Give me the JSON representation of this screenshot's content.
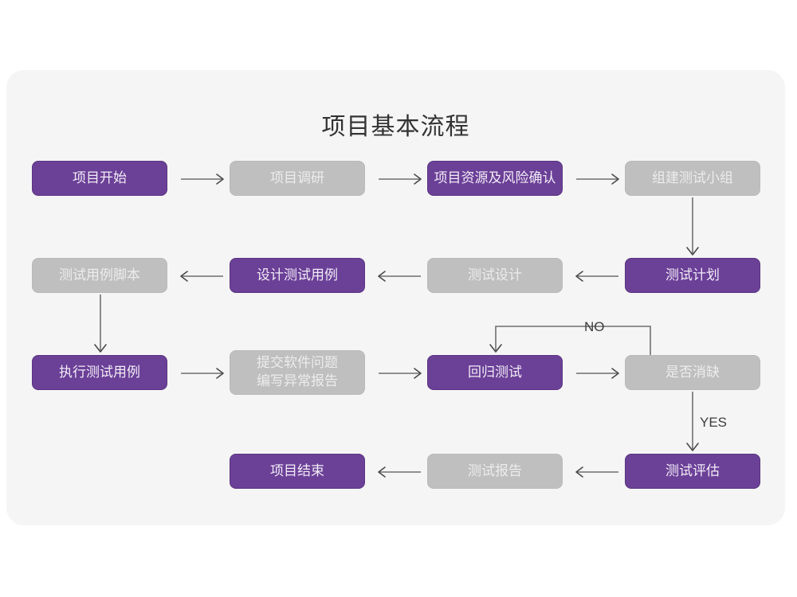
{
  "page": {
    "background": "#ffffff",
    "card_background": "#f5f5f5"
  },
  "chart_data": {
    "type": "diagram",
    "diagram_kind": "flowchart",
    "title": "项目基本流程",
    "colors": {
      "accent_purple": "#6b4097",
      "muted_gray": "#bfbfbf",
      "purple_text": "#f2ecf7",
      "gray_text": "#ececec",
      "connector": "#6f6f6f",
      "title_text": "#333333"
    },
    "nodes": [
      {
        "id": "n1",
        "label": "项目开始",
        "style": "purple",
        "row": 1,
        "col": 1
      },
      {
        "id": "n2",
        "label": "项目调研",
        "style": "gray",
        "row": 1,
        "col": 2
      },
      {
        "id": "n3",
        "label": "项目资源及风险确认",
        "style": "purple",
        "row": 1,
        "col": 3
      },
      {
        "id": "n4",
        "label": "组建测试小组",
        "style": "gray",
        "row": 1,
        "col": 4
      },
      {
        "id": "n5",
        "label": "测试用例脚本",
        "style": "gray",
        "row": 2,
        "col": 1
      },
      {
        "id": "n6",
        "label": "设计测试用例",
        "style": "purple",
        "row": 2,
        "col": 2
      },
      {
        "id": "n7",
        "label": "测试设计",
        "style": "gray",
        "row": 2,
        "col": 3
      },
      {
        "id": "n8",
        "label": "测试计划",
        "style": "purple",
        "row": 2,
        "col": 4
      },
      {
        "id": "n9",
        "label": "执行测试用例",
        "style": "purple",
        "row": 3,
        "col": 1
      },
      {
        "id": "n10",
        "label": "提交软件问题\n编写异常报告",
        "style": "gray",
        "row": 3,
        "col": 2
      },
      {
        "id": "n11",
        "label": "回归测试",
        "style": "purple",
        "row": 3,
        "col": 3
      },
      {
        "id": "n12",
        "label": "是否消缺",
        "style": "gray",
        "row": 3,
        "col": 4
      },
      {
        "id": "n13",
        "label": "项目结束",
        "style": "purple",
        "row": 4,
        "col": 2
      },
      {
        "id": "n14",
        "label": "测试报告",
        "style": "gray",
        "row": 4,
        "col": 3
      },
      {
        "id": "n15",
        "label": "测试评估",
        "style": "purple",
        "row": 4,
        "col": 4
      }
    ],
    "edges": [
      {
        "from": "n1",
        "to": "n2",
        "direction": "right",
        "label": ""
      },
      {
        "from": "n2",
        "to": "n3",
        "direction": "right",
        "label": ""
      },
      {
        "from": "n3",
        "to": "n4",
        "direction": "right",
        "label": ""
      },
      {
        "from": "n4",
        "to": "n8",
        "direction": "down",
        "label": ""
      },
      {
        "from": "n8",
        "to": "n7",
        "direction": "left",
        "label": ""
      },
      {
        "from": "n7",
        "to": "n6",
        "direction": "left",
        "label": ""
      },
      {
        "from": "n6",
        "to": "n5",
        "direction": "left",
        "label": ""
      },
      {
        "from": "n5",
        "to": "n9",
        "direction": "down",
        "label": ""
      },
      {
        "from": "n9",
        "to": "n10",
        "direction": "right",
        "label": ""
      },
      {
        "from": "n10",
        "to": "n11",
        "direction": "right",
        "label": ""
      },
      {
        "from": "n11",
        "to": "n12",
        "direction": "right",
        "label": ""
      },
      {
        "from": "n12",
        "to": "n11",
        "direction": "loop-up-left",
        "label": "NO"
      },
      {
        "from": "n12",
        "to": "n15",
        "direction": "down",
        "label": "YES"
      },
      {
        "from": "n15",
        "to": "n14",
        "direction": "left",
        "label": ""
      },
      {
        "from": "n14",
        "to": "n13",
        "direction": "left",
        "label": ""
      }
    ],
    "edge_labels": {
      "no": "NO",
      "yes": "YES"
    }
  }
}
